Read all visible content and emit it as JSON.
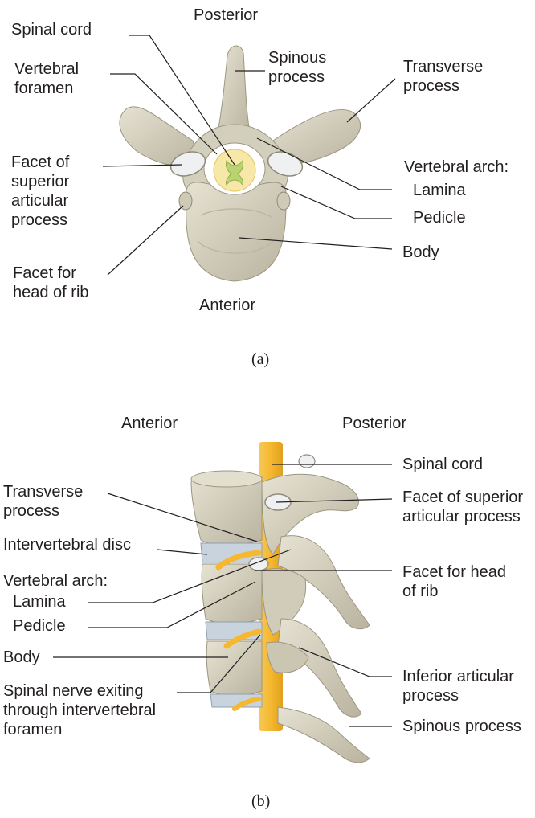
{
  "panel_a": {
    "orientation_top": "Posterior",
    "orientation_bottom": "Anterior",
    "labels": {
      "spinal_cord": "Spinal cord",
      "vertebral_foramen": "Vertebral\nforamen",
      "spinous_process": "Spinous\nprocess",
      "transverse_process": "Transverse\nprocess",
      "facet_superior": "Facet of\nsuperior\narticular\nprocess",
      "vertebral_arch": "Vertebral arch:",
      "lamina": "Lamina",
      "pedicle": "Pedicle",
      "facet_rib": "Facet for\nhead of rib",
      "body": "Body"
    },
    "caption": "(a)"
  },
  "panel_b": {
    "orientation_left": "Anterior",
    "orientation_right": "Posterior",
    "labels": {
      "transverse_process": "Transverse\nprocess",
      "intervertebral_disc": "Intervertebral disc",
      "vertebral_arch": "Vertebral arch:",
      "lamina": "Lamina",
      "pedicle": "Pedicle",
      "body": "Body",
      "spinal_nerve": "Spinal nerve exiting\nthrough intervertebral\nforamen",
      "spinal_cord": "Spinal cord",
      "facet_superior": "Facet of superior\narticular process",
      "facet_rib": "Facet for head\nof rib",
      "inferior_articular": "Inferior articular\nprocess",
      "spinous_process": "Spinous process"
    },
    "caption": "(b)"
  },
  "colors": {
    "bone": "#d9d5c4",
    "bone_shade": "#b7b19d",
    "bone_dark": "#8f8a78",
    "cord": "#f5b82e",
    "gray_matter": "#b8d36f",
    "foramen": "#ffffff",
    "facet": "#eef0f2",
    "disc": "#c9d3de",
    "leader": "#231f20"
  }
}
